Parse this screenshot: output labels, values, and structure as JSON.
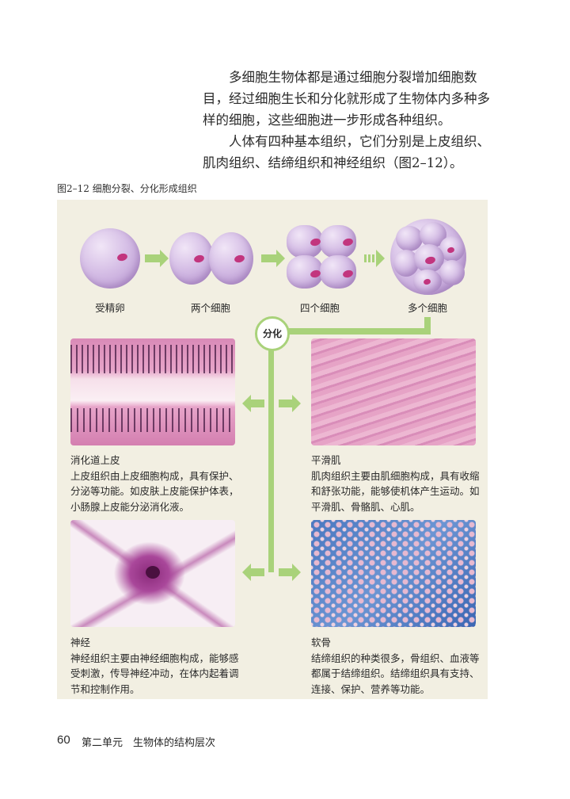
{
  "body_text": {
    "paragraphs": [
      "多细胞生物体都是通过细胞分裂增加细胞数目，经过细胞生长和分化就形成了生物体内多种多样的细胞，这些细胞进一步形成各种组织。",
      "人体有四种基本组织，它们分别是上皮组织、肌肉组织、结缔组织和神经组织（图2–12）。"
    ]
  },
  "figure": {
    "caption": "图2–12  细胞分裂、分化形成组织",
    "stages": [
      "受精卵",
      "两个细胞",
      "四个细胞",
      "多个细胞"
    ],
    "differentiation_label": "分化",
    "accent_color": "#a9d27a",
    "tissues": [
      {
        "title": "消化道上皮",
        "text": "上皮组织由上皮细胞构成，具有保护、分泌等功能。如皮肤上皮能保护体表，小肠腺上皮能分泌消化液。"
      },
      {
        "title": "平滑肌",
        "text": "肌肉组织主要由肌细胞构成，具有收缩和舒张功能，能够使机体产生运动。如平滑肌、骨骼肌、心肌。"
      },
      {
        "title": "神经",
        "text": "神经组织主要由神经细胞构成，能够感受刺激，传导神经冲动，在体内起着调节和控制作用。"
      },
      {
        "title": "软骨",
        "text": "结缔组织的种类很多，骨组织、血液等都属于结缔组织。结缔组织具有支持、连接、保护、营养等功能。"
      }
    ]
  },
  "footer": {
    "page_number": "60",
    "section": "第二单元　生物体的结构层次"
  }
}
